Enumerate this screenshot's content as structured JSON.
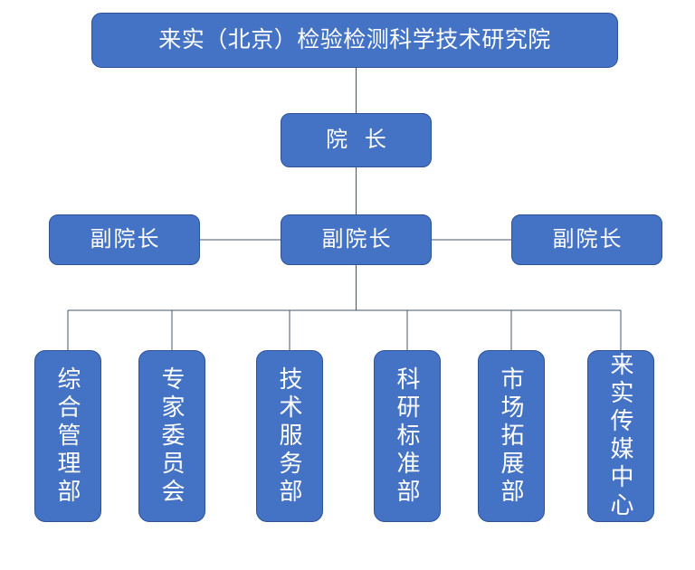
{
  "diagram": {
    "type": "organization-chart",
    "title": "来实（北京）检验检测科学技术研究院",
    "background_color": "#FFFFFF",
    "node_fill_color": "#4472C4",
    "node_border_color": "#2E5395",
    "node_text_color": "#FFFFFF",
    "connector_color": "#44546A",
    "levels": [
      {
        "level": 1,
        "nodes": [
          {
            "id": "root",
            "label": "来实（北京）检验检测科学技术研究院",
            "orientation": "horizontal"
          }
        ]
      },
      {
        "level": 2,
        "nodes": [
          {
            "id": "president",
            "label": "院 长",
            "orientation": "horizontal"
          }
        ]
      },
      {
        "level": 3,
        "nodes": [
          {
            "id": "vp-0",
            "label": "副院长",
            "orientation": "horizontal"
          },
          {
            "id": "vp-1",
            "label": "副院长",
            "orientation": "horizontal"
          },
          {
            "id": "vp-2",
            "label": "副院长",
            "orientation": "horizontal"
          }
        ]
      },
      {
        "level": 4,
        "nodes": [
          {
            "id": "dept-0",
            "label": "综合管理部",
            "orientation": "vertical"
          },
          {
            "id": "dept-1",
            "label": "专家委员会",
            "orientation": "vertical"
          },
          {
            "id": "dept-2",
            "label": "技术服务部",
            "orientation": "vertical"
          },
          {
            "id": "dept-3",
            "label": "科研标准部",
            "orientation": "vertical"
          },
          {
            "id": "dept-4",
            "label": "市场拓展部",
            "orientation": "vertical"
          },
          {
            "id": "dept-5",
            "label": "来实传媒中心",
            "orientation": "vertical"
          }
        ]
      }
    ]
  }
}
